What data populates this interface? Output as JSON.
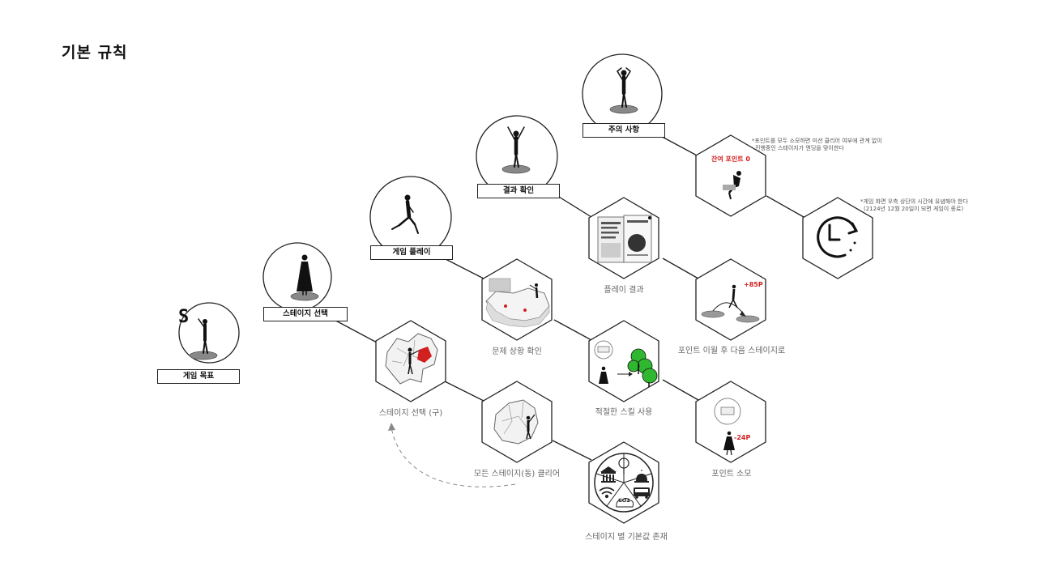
{
  "title": "기본 규칙",
  "steps": {
    "goal": "게임 목표",
    "stage_select": "스테이지 선택",
    "play": "게임 플레이",
    "result": "결과 확인",
    "caution": "주의 사항"
  },
  "hexes": {
    "stage_select_gu": "스테이지 선택 (구)",
    "all_stages_clear": "모든 스테이지(동) 클리어",
    "base_values": "스테이지 별 기본값 존재",
    "problem_check": "문제 상황 확인",
    "skill_use": "적절한 스킬 사용",
    "point_spend": "포인트 소모",
    "play_result": "플레이 결과",
    "point_move": "포인트 이월 후 다음 스테이지로"
  },
  "badges": {
    "remaining_points": "잔여 포인트 0",
    "plus_points": "+85P",
    "minus_points": "-24P",
    "goal_letter": "S",
    "co2": "CO2"
  },
  "notes": {
    "caution_line1": "*포인트를 모두 소모하면 미션 클리어 여부에 관계 없이",
    "caution_line2": "진행중인 스테이지가 엔딩을 맞이한다",
    "time_line1": "*게임 화면 우측 상단의 시간에 유념해야 한다",
    "time_line2": "(2124년 12월 20일이 되면 게임이 종료)"
  },
  "colors": {
    "accent_red": "#d21f1f",
    "tree_green": "#2fb82f",
    "line": "#222222"
  },
  "icons": [
    "person-icon",
    "map-icon",
    "tree-icon",
    "bank-icon",
    "wifi-icon",
    "bus-icon",
    "clock-icon",
    "newspaper-icon"
  ]
}
